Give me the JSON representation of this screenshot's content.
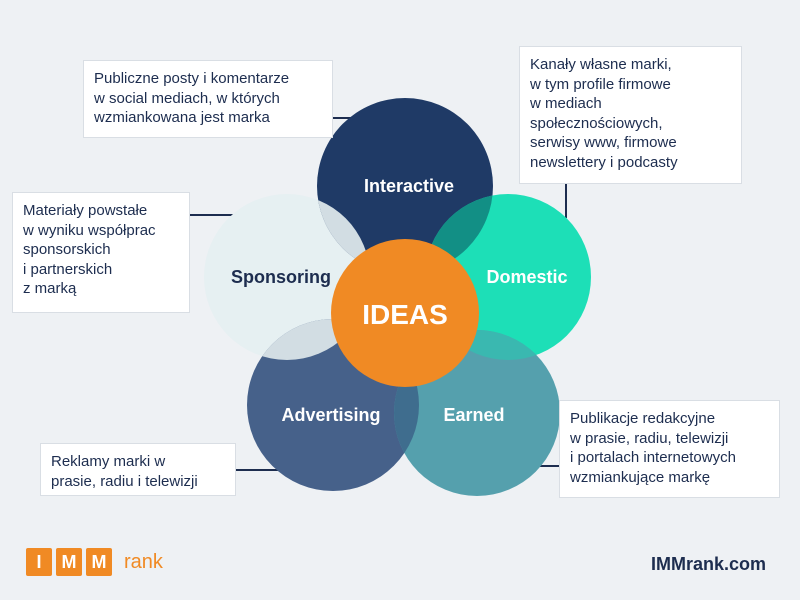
{
  "diagram": {
    "center_label": "IDEAS",
    "circles": {
      "interactive": "Interactive",
      "sponsoring": "Sponsoring",
      "domestic": "Domestic",
      "advertising": "Advertising",
      "earned": "Earned"
    },
    "colors": {
      "interactive": "#1f3a66",
      "sponsoring": "#e6f0f2",
      "domestic": "#1ddfb7",
      "advertising": "#46618a",
      "earned": "#55a0ad",
      "center": "#f08a24",
      "overlap": "#d2dde3"
    }
  },
  "notes": {
    "interactive": "Publiczne posty i komentarze\nw social mediach, w których\nwzmiankowana jest marka",
    "domestic": "Kanały własne marki,\nw tym profile firmowe\nw mediach\nspołecznościowych,\nserwisy www, firmowe\nnewslettery i podcasty",
    "sponsoring": "Materiały powstałe\nw wyniku współprac\nsponsorskich\ni partnerskich\nz marką",
    "advertising": "Reklamy marki w\nprasie, radiu i telewizji",
    "earned": "Publikacje redakcyjne\nw prasie, radiu, telewizji\ni portalach internetowych\nwzmiankujące markę"
  },
  "footer": {
    "logo_letters": [
      "I",
      "M",
      "M"
    ],
    "logo_word": "rank",
    "website": "IMMrank.com"
  }
}
